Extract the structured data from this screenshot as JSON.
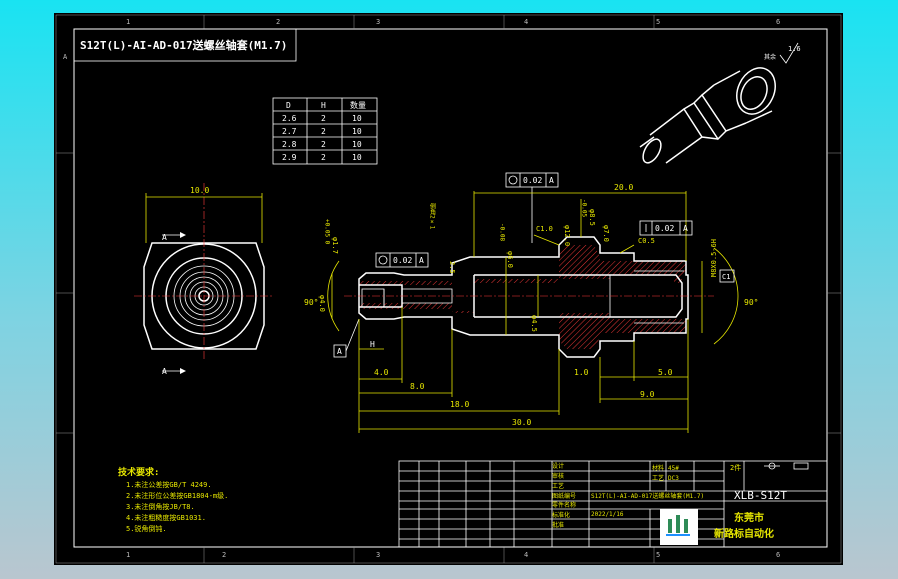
{
  "drawing": {
    "title": "S12T(L)-AI-AD-017送螺丝轴套(M1.7)",
    "roughness": "1.6",
    "roughness_prefix": "其余",
    "zone_letter": "A",
    "top_numbers": [
      "1",
      "2",
      "3",
      "4",
      "5",
      "6"
    ],
    "bottom_numbers": [
      "1",
      "2",
      "3",
      "4",
      "5",
      "6"
    ]
  },
  "size_table": {
    "headers": [
      "D",
      "H",
      "数量"
    ],
    "rows": [
      [
        "2.6",
        "2",
        "10"
      ],
      [
        "2.7",
        "2",
        "10"
      ],
      [
        "2.8",
        "2",
        "10"
      ],
      [
        "2.9",
        "2",
        "10"
      ]
    ]
  },
  "dimensions": {
    "left_width": "10.0",
    "top_length": "20.0",
    "runout_top": "0.02",
    "runout_top_ref": "A",
    "runout_left": "0.02",
    "runout_left_ref": "A",
    "perp_right": "0.02",
    "perp_right_ref": "A",
    "datum_a": "A",
    "datum_h": "H",
    "section_a_top": "A",
    "section_a_bottom": "A",
    "d_17": "φ1.7",
    "d_17_tol": "+0.05 0",
    "d_40": "φ4.0",
    "d_60": "φ6.0",
    "d_60_tol": "-0.08",
    "d_45": "φ4.5",
    "d_120": "φ12.0",
    "d_85": "φ8.5",
    "d_85_tol": "-0.05",
    "d_70": "φ7.0",
    "c10": "C1.0",
    "c05": "C0.5",
    "c1": "C1",
    "d_25": "2.5",
    "thread": "M8X0.5-6H",
    "note_2x1": "倒角2×1",
    "len_40": "4.0",
    "len_80": "8.0",
    "len_180": "18.0",
    "len_300": "30.0",
    "len_10": "1.0",
    "len_50": "5.0",
    "len_90": "9.0",
    "angle_90_left": "90°",
    "angle_90_right": "90°"
  },
  "notes": {
    "heading": "技术要求:",
    "items": [
      "1.未注公差按GB/T 4249.",
      "2.未注形位公差按GB1804-m级.",
      "3.未注倒角按JB/T8.",
      "4.未注粗糙度按GB1031.",
      "5.锐角倒钝."
    ]
  },
  "title_block": {
    "material_label": "材料",
    "material": "45#",
    "process_label": "工艺",
    "process": "DC3",
    "qty": "2件",
    "drawing_no": "S12T(L)-AI-AD-017送螺丝轴套(M1.7)",
    "part_code": "XLB-S12T",
    "date": "2022/1/16",
    "company_line1": "东莞市",
    "company_line2": "新路标自动化",
    "row_labels": [
      "设计",
      "审核",
      "工艺",
      "标准化",
      "批准"
    ],
    "label_draw_no": "图纸编号",
    "label_part": "零件名称"
  },
  "colors": {
    "paper": "#000000",
    "outline": "#ffffff",
    "dimension": "#e6e600",
    "center_line": "#ff3b3b",
    "highlight": "#2ad4ff"
  }
}
